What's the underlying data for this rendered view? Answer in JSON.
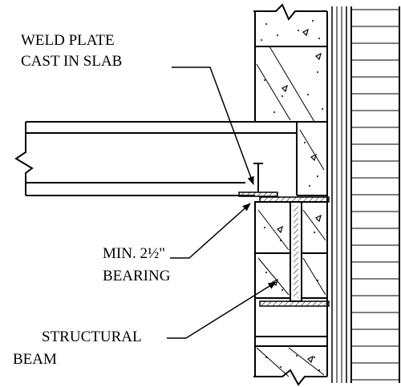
{
  "labels": {
    "weld_plate_line1": "WELD PLATE",
    "weld_plate_line2": "CAST IN SLAB",
    "bearing_line1": "MIN. 2½\"",
    "bearing_line2": "BEARING",
    "beam_line1": "STRUCTURAL",
    "beam_line2": "BEAM"
  }
}
